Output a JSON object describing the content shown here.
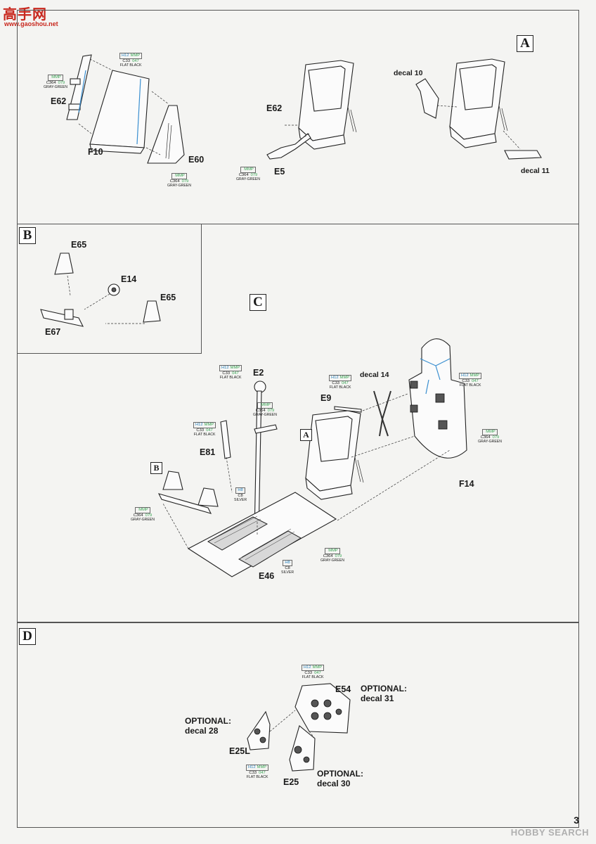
{
  "watermark": {
    "site_cn": "高手网",
    "site_url": "www.gaoshou.net"
  },
  "sections": {
    "A": {
      "letter": "A"
    },
    "B": {
      "letter": "B"
    },
    "C": {
      "letter": "C"
    },
    "D": {
      "letter": "D"
    }
  },
  "parts": {
    "e62_a": "E62",
    "f10": "F10",
    "e60": "E60",
    "e62_b": "E62",
    "e5": "E5",
    "decal10": "decal 10",
    "decal11": "decal 11",
    "e65_top": "E65",
    "e14": "E14",
    "e65_bot": "E65",
    "e67": "E67",
    "e2": "E2",
    "decal14": "decal 14",
    "e9": "E9",
    "e81": "E81",
    "f14": "F14",
    "e46": "E46",
    "ref_a": "A",
    "ref_b": "B",
    "e54": "E54",
    "opt31_a": "OPTIONAL:",
    "opt31_b": "decal 31",
    "opt28_a": "OPTIONAL:",
    "opt28_b": "decal 28",
    "e25l": "E25L",
    "e25": "E25",
    "opt30_a": "OPTIONAL:",
    "opt30_b": "decal 30"
  },
  "paints": {
    "gg": {
      "mmp": "MMP",
      "code": "C364",
      "num": "079",
      "name": "GRAY-GREEN"
    },
    "fb": {
      "h": "H12",
      "mmp": "MMP",
      "code": "C33",
      "num": "047",
      "name": "FLAT BLACK"
    },
    "sv": {
      "h": "H8",
      "code": "C8",
      "name": "SILVER"
    }
  },
  "footer": {
    "page_number": "3",
    "brand": "HOBBY SEARCH"
  },
  "colors": {
    "mr_hobby_blue": "#2e86c1",
    "mmp_green": "#3aa655",
    "watermark_red": "#c8281e"
  }
}
